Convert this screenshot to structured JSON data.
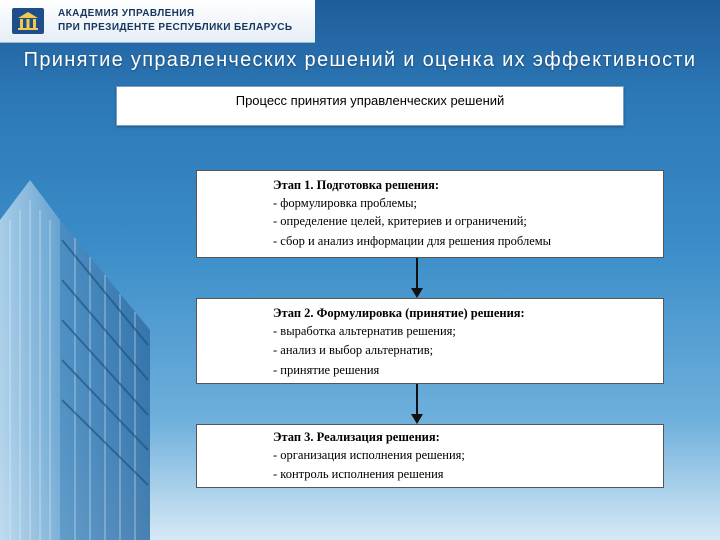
{
  "header": {
    "org_line1": "АКАДЕМИЯ УПРАВЛЕНИЯ",
    "org_line2": "ПРИ ПРЕЗИДЕНТЕ РЕСПУБЛИКИ БЕЛАРУСЬ",
    "emblem": "academy-emblem-icon"
  },
  "slide": {
    "title": "Принятие управленческих решений и оценка их эффективности",
    "subtitle": "Процесс принятия управленческих решений"
  },
  "stages": [
    {
      "heading": "Этап 1. Подготовка решения:",
      "items": [
        "- формулировка проблемы;",
        "- определение целей, критериев и ограничений;",
        "- сбор и анализ информации для решения проблемы"
      ]
    },
    {
      "heading": "Этап 2. Формулировка (принятие)  решения:",
      "items": [
        "- выработка альтернатив решения;",
        "- анализ и выбор альтернатив;",
        "- принятие решения"
      ]
    },
    {
      "heading": "Этап 3. Реализация  решения:",
      "items": [
        "- организация исполнения решения;",
        "- контроль исполнения решения"
      ]
    }
  ],
  "colors": {
    "background_top": "#1f5d9a",
    "background_bottom": "#d6e9f5",
    "box_border": "#555555",
    "org_text": "#17365d"
  }
}
